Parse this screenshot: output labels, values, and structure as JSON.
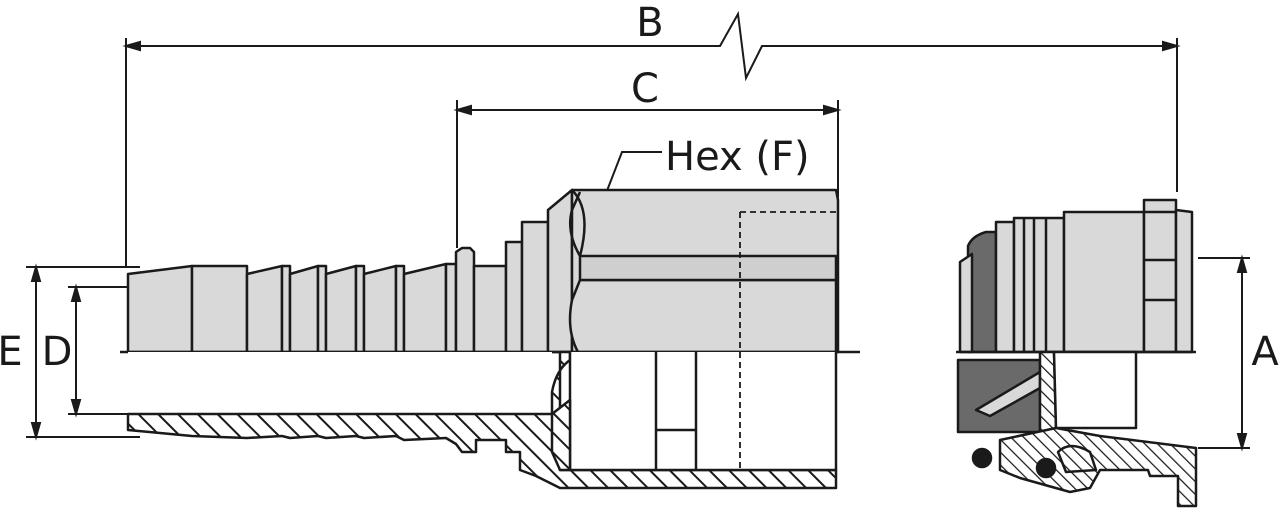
{
  "labels": {
    "B": "B",
    "C": "C",
    "hex": "Hex (F)",
    "E": "E",
    "D": "D",
    "A": "A"
  },
  "colors": {
    "line": "#1a1a1a",
    "body_fill": "#d9d9d9",
    "hatch": "#1a1a1a",
    "background": "#ffffff"
  }
}
